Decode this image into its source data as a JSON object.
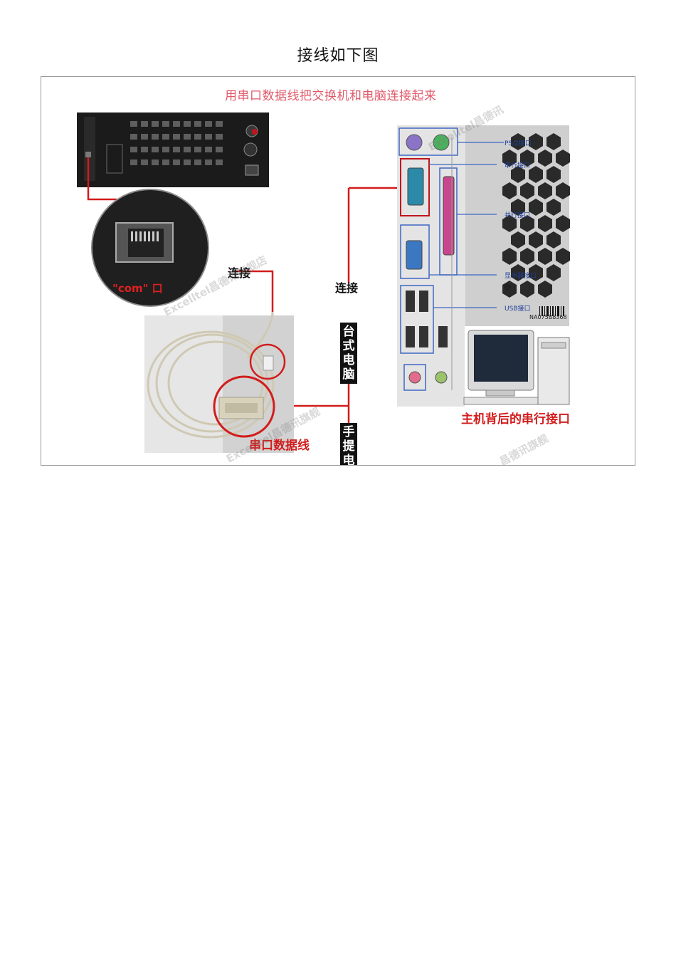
{
  "page": {
    "title": "接线如下图"
  },
  "figure": {
    "caption": "用串口数据线把交换机和电脑连接起来",
    "connect_label_1": "连接",
    "connect_label_2": "连接",
    "desktop_label": "台式电脑",
    "laptop_label": "手提电",
    "com_port_label": "\"com\" 口",
    "serial_cable_label": "串口数据线",
    "rear_serial_label": "主机背后的串行接口",
    "port_labels": {
      "ps2": "PS/2接口",
      "serial": "串行接口",
      "parallel": "并行接口",
      "display": "显示器接口",
      "usb": "USB接口"
    },
    "barcode_text": "NA075B8368",
    "watermark_1": "Excelltel昌德讯旗舰店",
    "watermark_2": "Excelltel昌德讯旗舰",
    "watermark_3": "Excelltel昌德讯",
    "watermark_4": "昌德讯旗舰"
  },
  "colors": {
    "connector_line": "#d21c1c",
    "caption": "#e05a6a",
    "port_label": "#1d3f9a"
  }
}
